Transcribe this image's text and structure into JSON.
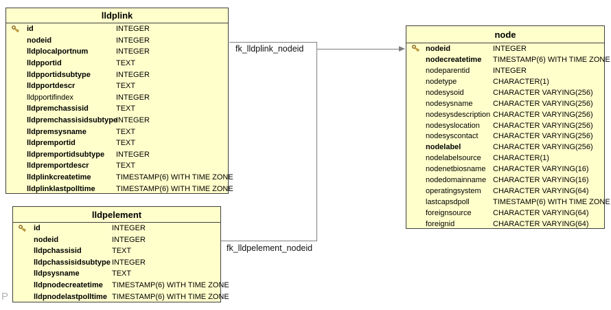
{
  "diagram": {
    "tables": [
      {
        "name": "lldplink",
        "columns": [
          {
            "name": "id",
            "type": "INTEGER",
            "key": true,
            "bold": true
          },
          {
            "name": "nodeid",
            "type": "INTEGER",
            "key": false,
            "bold": true
          },
          {
            "name": "lldplocalportnum",
            "type": "INTEGER",
            "key": false,
            "bold": true
          },
          {
            "name": "lldpportid",
            "type": "TEXT",
            "key": false,
            "bold": true
          },
          {
            "name": "lldpportidsubtype",
            "type": "INTEGER",
            "key": false,
            "bold": true
          },
          {
            "name": "lldpportdescr",
            "type": "TEXT",
            "key": false,
            "bold": true
          },
          {
            "name": "lldpportifindex",
            "type": "INTEGER",
            "key": false,
            "bold": false
          },
          {
            "name": "lldpremchassisid",
            "type": "TEXT",
            "key": false,
            "bold": true
          },
          {
            "name": "lldpremchassisidsubtype",
            "type": "INTEGER",
            "key": false,
            "bold": true
          },
          {
            "name": "lldpremsysname",
            "type": "TEXT",
            "key": false,
            "bold": true
          },
          {
            "name": "lldpremportid",
            "type": "TEXT",
            "key": false,
            "bold": true
          },
          {
            "name": "lldpremportidsubtype",
            "type": "INTEGER",
            "key": false,
            "bold": true
          },
          {
            "name": "lldpremportdescr",
            "type": "TEXT",
            "key": false,
            "bold": true
          },
          {
            "name": "lldplinkcreatetime",
            "type": "TIMESTAMP(6) WITH TIME ZONE",
            "key": false,
            "bold": true
          },
          {
            "name": "lldplinklastpolltime",
            "type": "TIMESTAMP(6) WITH TIME ZONE",
            "key": false,
            "bold": true
          }
        ]
      },
      {
        "name": "lldpelement",
        "columns": [
          {
            "name": "id",
            "type": "INTEGER",
            "key": true,
            "bold": true
          },
          {
            "name": "nodeid",
            "type": "INTEGER",
            "key": false,
            "bold": true
          },
          {
            "name": "lldpchassisid",
            "type": "TEXT",
            "key": false,
            "bold": true
          },
          {
            "name": "lldpchassisidsubtype",
            "type": "INTEGER",
            "key": false,
            "bold": true
          },
          {
            "name": "lldpsysname",
            "type": "TEXT",
            "key": false,
            "bold": true
          },
          {
            "name": "lldpnodecreatetime",
            "type": "TIMESTAMP(6) WITH TIME ZONE",
            "key": false,
            "bold": true
          },
          {
            "name": "lldpnodelastpolltime",
            "type": "TIMESTAMP(6) WITH TIME ZONE",
            "key": false,
            "bold": true
          }
        ]
      },
      {
        "name": "node",
        "columns": [
          {
            "name": "nodeid",
            "type": "INTEGER",
            "key": true,
            "bold": true
          },
          {
            "name": "nodecreatetime",
            "type": "TIMESTAMP(6) WITH TIME ZONE",
            "key": false,
            "bold": true
          },
          {
            "name": "nodeparentid",
            "type": "INTEGER",
            "key": false,
            "bold": false
          },
          {
            "name": "nodetype",
            "type": "CHARACTER(1)",
            "key": false,
            "bold": false
          },
          {
            "name": "nodesysoid",
            "type": "CHARACTER VARYING(256)",
            "key": false,
            "bold": false
          },
          {
            "name": "nodesysname",
            "type": "CHARACTER VARYING(256)",
            "key": false,
            "bold": false
          },
          {
            "name": "nodesysdescription",
            "type": "CHARACTER VARYING(256)",
            "key": false,
            "bold": false
          },
          {
            "name": "nodesyslocation",
            "type": "CHARACTER VARYING(256)",
            "key": false,
            "bold": false
          },
          {
            "name": "nodesyscontact",
            "type": "CHARACTER VARYING(256)",
            "key": false,
            "bold": false
          },
          {
            "name": "nodelabel",
            "type": "CHARACTER VARYING(256)",
            "key": false,
            "bold": true
          },
          {
            "name": "nodelabelsource",
            "type": "CHARACTER(1)",
            "key": false,
            "bold": false
          },
          {
            "name": "nodenetbiosname",
            "type": "CHARACTER VARYING(16)",
            "key": false,
            "bold": false
          },
          {
            "name": "nodedomainname",
            "type": "CHARACTER VARYING(16)",
            "key": false,
            "bold": false
          },
          {
            "name": "operatingsystem",
            "type": "CHARACTER VARYING(64)",
            "key": false,
            "bold": false
          },
          {
            "name": "lastcapsdpoll",
            "type": "TIMESTAMP(6) WITH TIME ZONE",
            "key": false,
            "bold": false
          },
          {
            "name": "foreignsource",
            "type": "CHARACTER VARYING(64)",
            "key": false,
            "bold": false
          },
          {
            "name": "foreignid",
            "type": "CHARACTER VARYING(64)",
            "key": false,
            "bold": false
          }
        ]
      }
    ],
    "relations": [
      {
        "label": "fk_lldplink_nodeid",
        "from": "lldplink.nodeid",
        "to": "node.nodeid"
      },
      {
        "label": "fk_lldpelement_nodeid",
        "from": "lldpelement.nodeid",
        "to": "node.nodeid"
      }
    ],
    "watermark": "P",
    "colors": {
      "table_fill": "#ffffcc",
      "table_border": "#3f3f3f",
      "relation_line": "#7f7f7f",
      "key_gold": "#e6b23c",
      "key_outline": "#8f6f23"
    }
  }
}
